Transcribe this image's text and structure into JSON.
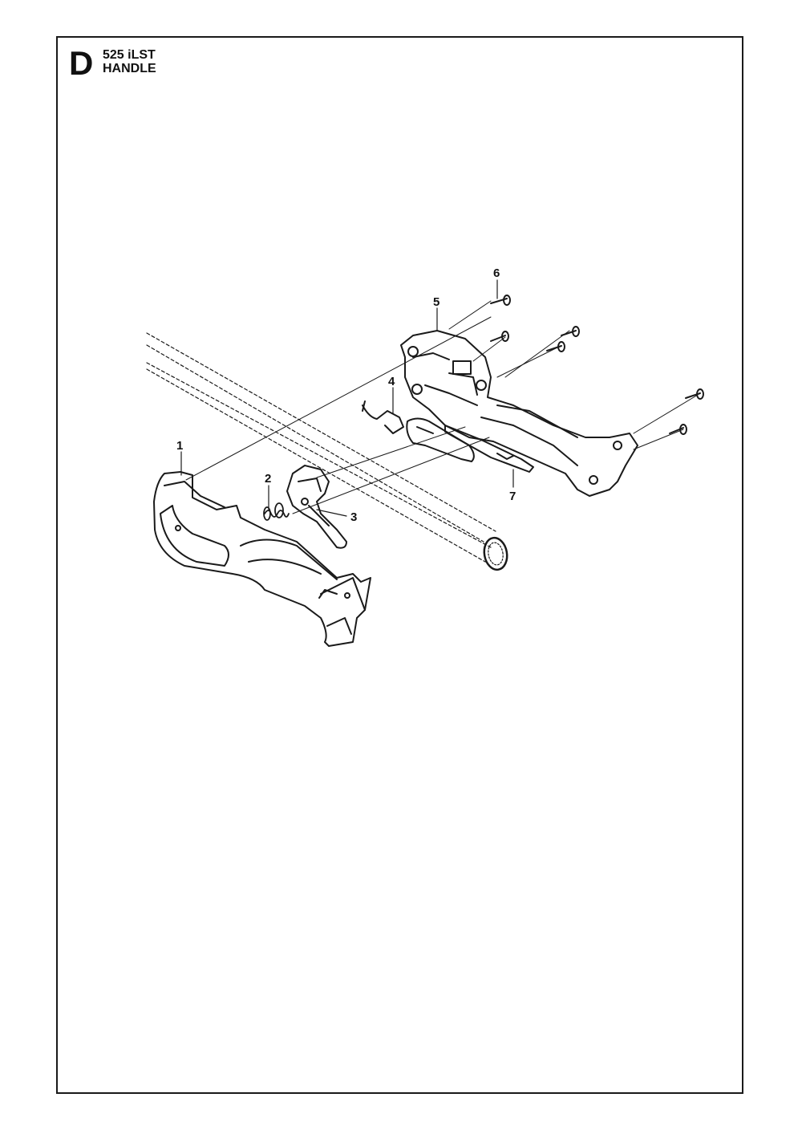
{
  "header": {
    "section_letter": "D",
    "model": "525 iLST",
    "title": "HANDLE"
  },
  "parts": [
    {
      "number": "1",
      "icon": "handle-housing-lower"
    },
    {
      "number": "2",
      "icon": "spring"
    },
    {
      "number": "3",
      "icon": "throttle-trigger"
    },
    {
      "number": "4",
      "icon": "switch-lever-with-wire"
    },
    {
      "number": "5",
      "icon": "handle-housing-upper"
    },
    {
      "number": "6",
      "icon": "screw"
    },
    {
      "number": "7",
      "icon": "spacer-strip"
    }
  ]
}
